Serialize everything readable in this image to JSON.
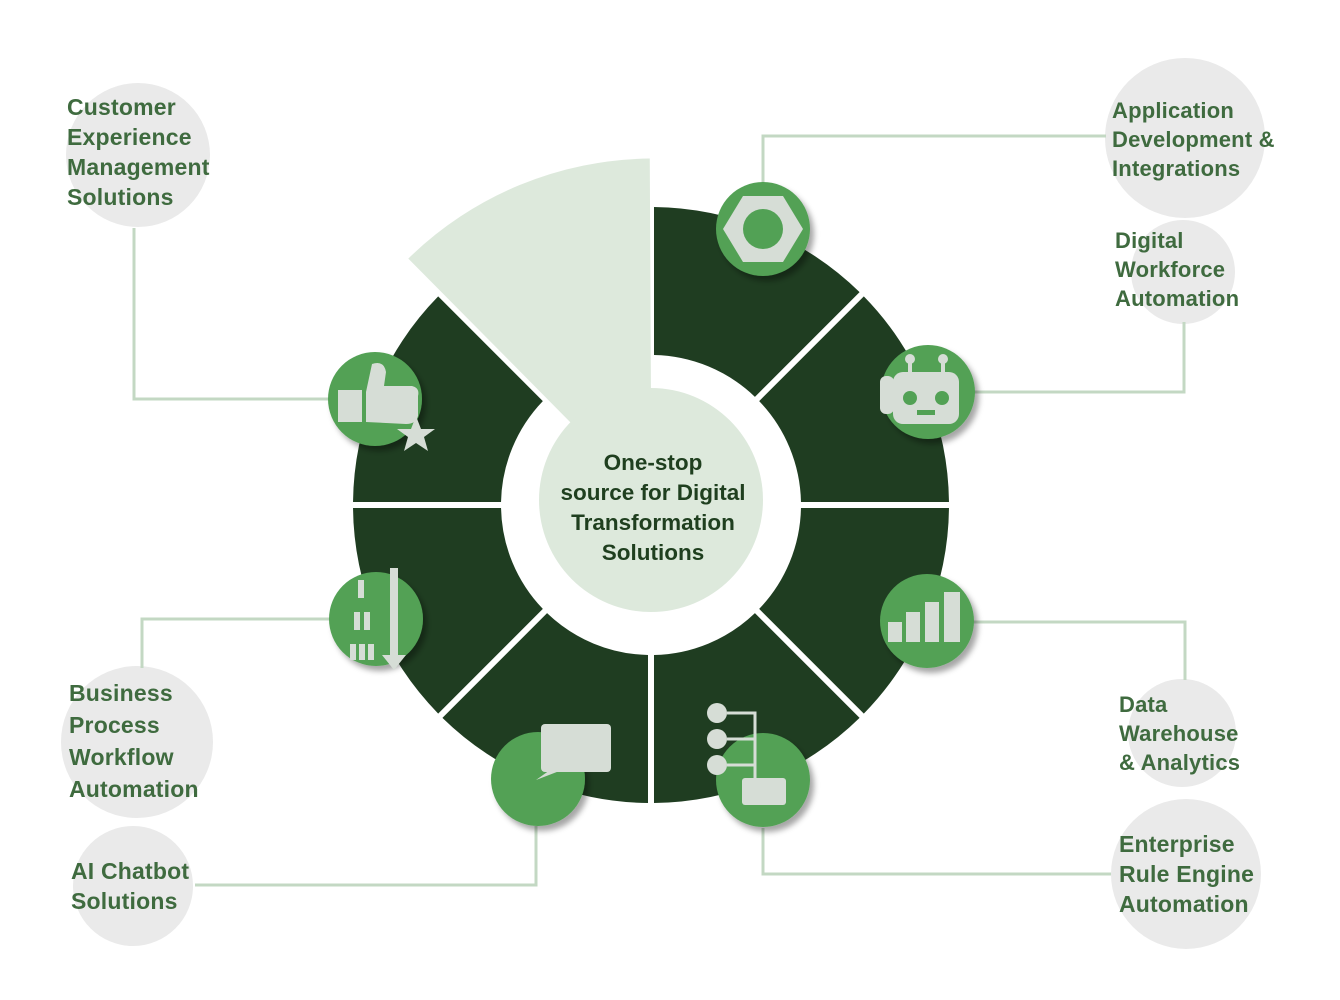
{
  "center_text": "One-stop\nsource for Digital\nTransformation\nSolutions",
  "services": [
    {
      "id": "customer-experience",
      "label": "Customer\nExperience\nManagement\nSolutions",
      "icon": "thumbs-up-star-icon"
    },
    {
      "id": "application-development",
      "label": "Application\nDevelopment &\nIntegrations",
      "icon": "hex-nut-icon"
    },
    {
      "id": "digital-workforce",
      "label": "Digital\nWorkforce\nAutomation",
      "icon": "robot-icon"
    },
    {
      "id": "data-warehouse",
      "label": "Data\nWarehouse\n& Analytics",
      "icon": "bar-chart-icon"
    },
    {
      "id": "rule-engine",
      "label": "Enterprise\nRule Engine\nAutomation",
      "icon": "flow-tree-icon"
    },
    {
      "id": "ai-chatbot",
      "label": "AI Chatbot\nSolutions",
      "icon": "chat-bubble-icon"
    },
    {
      "id": "business-process",
      "label": "Business\nProcess\nWorkflow\nAutomation",
      "icon": "sort-descending-icon"
    }
  ],
  "colors": {
    "ring_segment": "#1f3d21",
    "icon_circle": "#52a155",
    "icon_glyph": "#d6ddd6",
    "label_text": "#3f6b3f",
    "label_bubble": "#eaeaea",
    "connector": "#c3d8c3",
    "highlight_segment": "#dde9dc"
  }
}
